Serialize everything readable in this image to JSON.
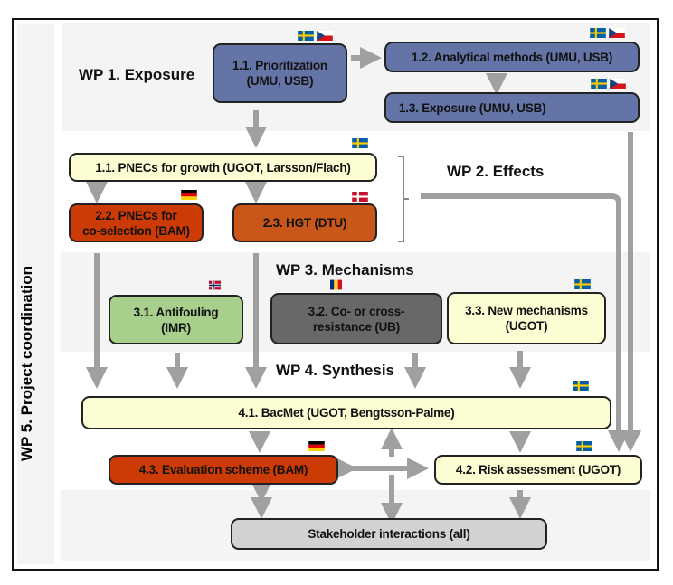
{
  "wp_labels": {
    "wp1": "WP 1. Exposure",
    "wp2": "WP 2. Effects",
    "wp3": "WP 3. Mechanisms",
    "wp4": "WP 4. Synthesis",
    "wp5": "WP 5. Project coordination"
  },
  "boxes": {
    "b11_prior": {
      "line1": "1.1. Prioritization",
      "line2": "(UMU, USB)",
      "flags": [
        "SE",
        "CZ"
      ]
    },
    "b12": {
      "label": "1.2. Analytical methods (UMU, USB)",
      "flags": [
        "SE",
        "CZ"
      ]
    },
    "b13": {
      "label": "1.3. Exposure (UMU, USB)",
      "flags": [
        "SE",
        "CZ"
      ]
    },
    "b21": {
      "label": "1.1. PNECs for growth (UGOT, Larsson/Flach)",
      "flags": [
        "SE"
      ]
    },
    "b22": {
      "line1": "2.2. PNECs for",
      "line2": "co-selection (BAM)",
      "flags": [
        "DE"
      ]
    },
    "b23": {
      "label": "2.3. HGT (DTU)",
      "flags": [
        "DK"
      ]
    },
    "b31": {
      "line1": "3.1. Antifouling",
      "line2": "(IMR)",
      "flags": [
        "NO"
      ]
    },
    "b32": {
      "line1": "3.2. Co- or cross-",
      "line2": "resistance (UB)",
      "flags": [
        "RO"
      ]
    },
    "b33": {
      "line1": "3.3. New mechanisms",
      "line2": "(UGOT)",
      "flags": [
        "SE"
      ]
    },
    "b41": {
      "label": "4.1. BacMet (UGOT, Bengtsson-Palme)",
      "flags": [
        "SE"
      ]
    },
    "b42": {
      "label": "4.2. Risk assessment (UGOT)",
      "flags": [
        "SE"
      ]
    },
    "b43": {
      "label": "4.3. Evaluation scheme (BAM)",
      "flags": [
        "DE"
      ]
    },
    "stake": {
      "label": "Stakeholder interactions (all)"
    }
  },
  "colors": {
    "wp1": "#6574a6",
    "pnec_growth": "#fdfdd3",
    "pnec_cosel": "#cc3a06",
    "hgt": "#c9571a",
    "antifouling": "#a8cf8c",
    "coresistance": "#6a6767",
    "stakeholder": "#d2d2d2",
    "arrow": "#a0a0a0"
  }
}
